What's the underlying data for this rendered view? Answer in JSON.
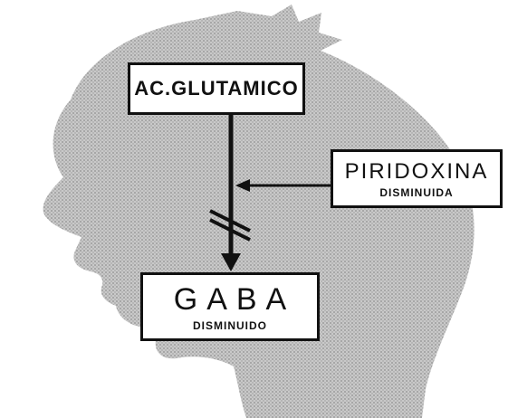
{
  "diagram": {
    "top_box": {
      "label": "AC.GLUTAMICO"
    },
    "side_box": {
      "label": "PIRIDOXINA",
      "sublabel": "DISMINUIDA"
    },
    "bottom_box": {
      "label": "GABA",
      "sublabel": "DISMINUIDO"
    }
  },
  "colors": {
    "background": "#ffffff",
    "silhouette": "#b8b8b8",
    "ink": "#111111"
  }
}
